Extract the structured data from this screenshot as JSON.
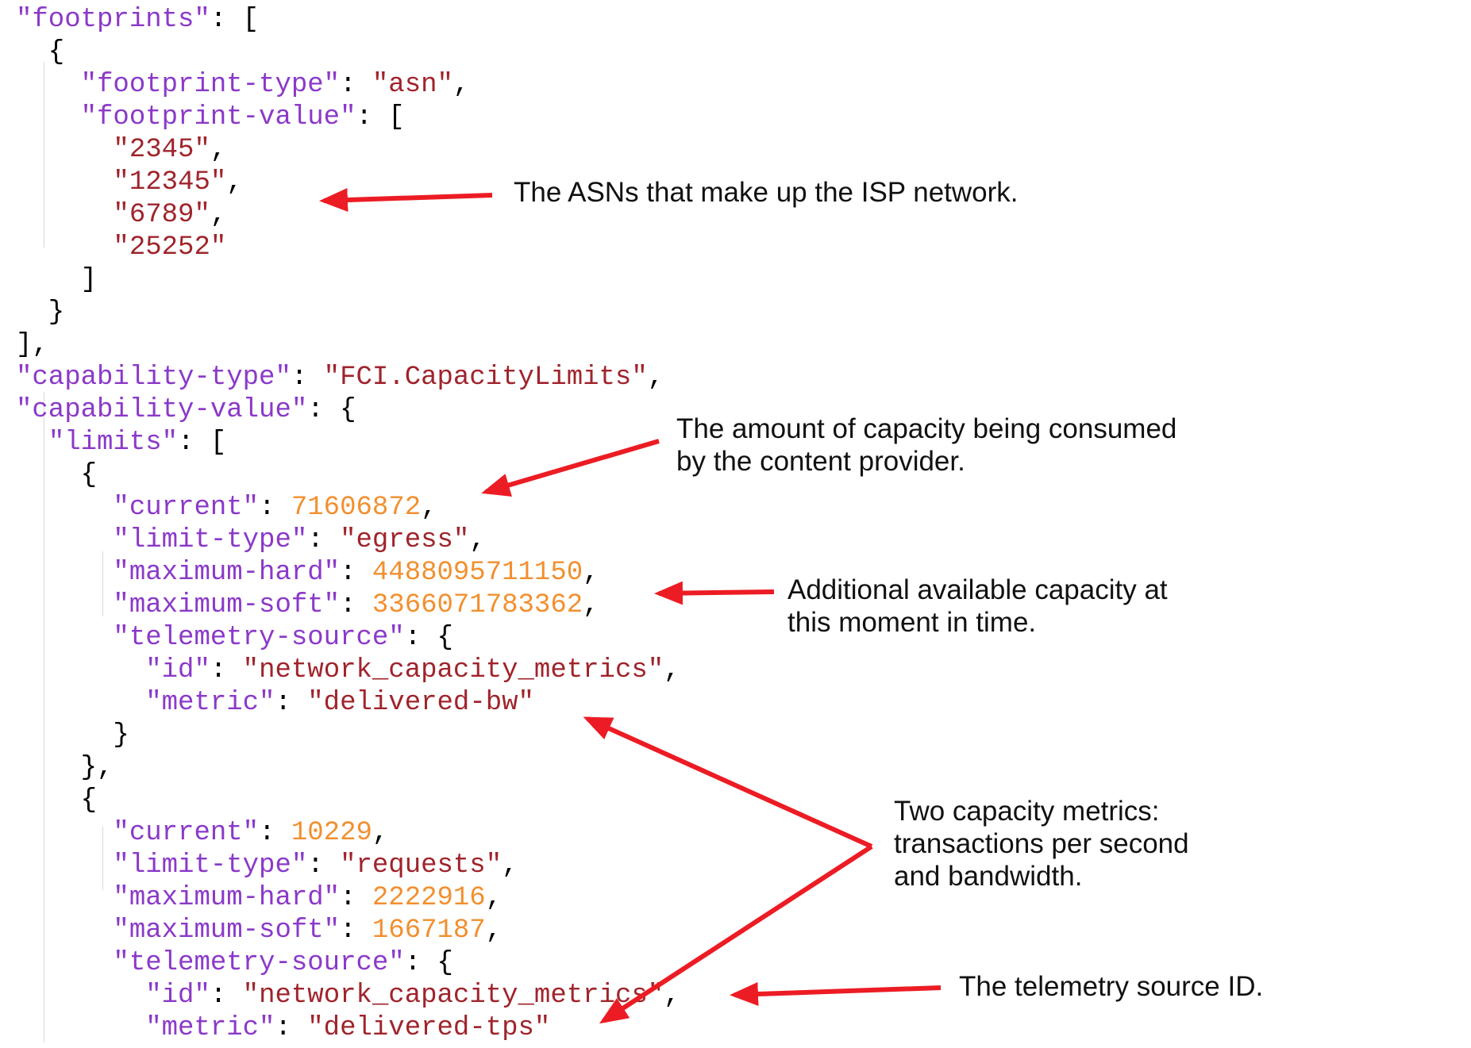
{
  "code_lines": [
    [
      {
        "t": "k",
        "v": "\"footprints\""
      },
      {
        "t": "p",
        "v": ": ["
      }
    ],
    [
      {
        "t": "p",
        "v": "  {"
      }
    ],
    [
      {
        "t": "p",
        "v": "    "
      },
      {
        "t": "k",
        "v": "\"footprint-type\""
      },
      {
        "t": "p",
        "v": ": "
      },
      {
        "t": "s",
        "v": "\"asn\""
      },
      {
        "t": "p",
        "v": ","
      }
    ],
    [
      {
        "t": "p",
        "v": "    "
      },
      {
        "t": "k",
        "v": "\"footprint-value\""
      },
      {
        "t": "p",
        "v": ": ["
      }
    ],
    [
      {
        "t": "p",
        "v": "      "
      },
      {
        "t": "s",
        "v": "\"2345\""
      },
      {
        "t": "p",
        "v": ","
      }
    ],
    [
      {
        "t": "p",
        "v": "      "
      },
      {
        "t": "s",
        "v": "\"12345\""
      },
      {
        "t": "p",
        "v": ","
      }
    ],
    [
      {
        "t": "p",
        "v": "      "
      },
      {
        "t": "s",
        "v": "\"6789\""
      },
      {
        "t": "p",
        "v": ","
      }
    ],
    [
      {
        "t": "p",
        "v": "      "
      },
      {
        "t": "s",
        "v": "\"25252\""
      }
    ],
    [
      {
        "t": "p",
        "v": "    ]"
      }
    ],
    [
      {
        "t": "p",
        "v": "  }"
      }
    ],
    [
      {
        "t": "p",
        "v": "],"
      }
    ],
    [
      {
        "t": "k",
        "v": "\"capability-type\""
      },
      {
        "t": "p",
        "v": ": "
      },
      {
        "t": "s",
        "v": "\"FCI.CapacityLimits\""
      },
      {
        "t": "p",
        "v": ","
      }
    ],
    [
      {
        "t": "k",
        "v": "\"capability-value\""
      },
      {
        "t": "p",
        "v": ": {"
      }
    ],
    [
      {
        "t": "p",
        "v": "  "
      },
      {
        "t": "k",
        "v": "\"limits\""
      },
      {
        "t": "p",
        "v": ": ["
      }
    ],
    [
      {
        "t": "p",
        "v": "    {"
      }
    ],
    [
      {
        "t": "p",
        "v": "      "
      },
      {
        "t": "k",
        "v": "\"current\""
      },
      {
        "t": "p",
        "v": ": "
      },
      {
        "t": "n",
        "v": "71606872"
      },
      {
        "t": "p",
        "v": ","
      }
    ],
    [
      {
        "t": "p",
        "v": "      "
      },
      {
        "t": "k",
        "v": "\"limit-type\""
      },
      {
        "t": "p",
        "v": ": "
      },
      {
        "t": "s",
        "v": "\"egress\""
      },
      {
        "t": "p",
        "v": ","
      }
    ],
    [
      {
        "t": "p",
        "v": "      "
      },
      {
        "t": "k",
        "v": "\"maximum-hard\""
      },
      {
        "t": "p",
        "v": ": "
      },
      {
        "t": "n",
        "v": "4488095711150"
      },
      {
        "t": "p",
        "v": ","
      }
    ],
    [
      {
        "t": "p",
        "v": "      "
      },
      {
        "t": "k",
        "v": "\"maximum-soft\""
      },
      {
        "t": "p",
        "v": ": "
      },
      {
        "t": "n",
        "v": "3366071783362"
      },
      {
        "t": "p",
        "v": ","
      }
    ],
    [
      {
        "t": "p",
        "v": "      "
      },
      {
        "t": "k",
        "v": "\"telemetry-source\""
      },
      {
        "t": "p",
        "v": ": {"
      }
    ],
    [
      {
        "t": "p",
        "v": "        "
      },
      {
        "t": "k",
        "v": "\"id\""
      },
      {
        "t": "p",
        "v": ": "
      },
      {
        "t": "s",
        "v": "\"network_capacity_metrics\""
      },
      {
        "t": "p",
        "v": ","
      }
    ],
    [
      {
        "t": "p",
        "v": "        "
      },
      {
        "t": "k",
        "v": "\"metric\""
      },
      {
        "t": "p",
        "v": ": "
      },
      {
        "t": "s",
        "v": "\"delivered-bw\""
      }
    ],
    [
      {
        "t": "p",
        "v": "      }"
      }
    ],
    [
      {
        "t": "p",
        "v": "    },"
      }
    ],
    [
      {
        "t": "p",
        "v": "    {"
      }
    ],
    [
      {
        "t": "p",
        "v": "      "
      },
      {
        "t": "k",
        "v": "\"current\""
      },
      {
        "t": "p",
        "v": ": "
      },
      {
        "t": "n",
        "v": "10229"
      },
      {
        "t": "p",
        "v": ","
      }
    ],
    [
      {
        "t": "p",
        "v": "      "
      },
      {
        "t": "k",
        "v": "\"limit-type\""
      },
      {
        "t": "p",
        "v": ": "
      },
      {
        "t": "s",
        "v": "\"requests\""
      },
      {
        "t": "p",
        "v": ","
      }
    ],
    [
      {
        "t": "p",
        "v": "      "
      },
      {
        "t": "k",
        "v": "\"maximum-hard\""
      },
      {
        "t": "p",
        "v": ": "
      },
      {
        "t": "n",
        "v": "2222916"
      },
      {
        "t": "p",
        "v": ","
      }
    ],
    [
      {
        "t": "p",
        "v": "      "
      },
      {
        "t": "k",
        "v": "\"maximum-soft\""
      },
      {
        "t": "p",
        "v": ": "
      },
      {
        "t": "n",
        "v": "1667187"
      },
      {
        "t": "p",
        "v": ","
      }
    ],
    [
      {
        "t": "p",
        "v": "      "
      },
      {
        "t": "k",
        "v": "\"telemetry-source\""
      },
      {
        "t": "p",
        "v": ": {"
      }
    ],
    [
      {
        "t": "p",
        "v": "        "
      },
      {
        "t": "k",
        "v": "\"id\""
      },
      {
        "t": "p",
        "v": ": "
      },
      {
        "t": "s",
        "v": "\"network_capacity_metrics\""
      },
      {
        "t": "p",
        "v": ","
      }
    ],
    [
      {
        "t": "p",
        "v": "        "
      },
      {
        "t": "k",
        "v": "\"metric\""
      },
      {
        "t": "p",
        "v": ": "
      },
      {
        "t": "s",
        "v": "\"delivered-tps\""
      }
    ]
  ],
  "annotations": {
    "asns": [
      "The ASNs that make up the ISP network."
    ],
    "consumed": [
      "The amount of capacity being consumed",
      "by the content provider."
    ],
    "available": [
      "Additional available capacity at",
      "this moment in time."
    ],
    "metrics": [
      "Two capacity metrics:",
      "transactions per second",
      "and bandwidth."
    ],
    "telemetry_id": [
      "The telemetry source ID."
    ]
  },
  "colors": {
    "key": "#8b39c9",
    "string": "#a0242c",
    "number": "#f28f2e",
    "punctuation": "#000000",
    "arrow": "#ec1c24"
  }
}
